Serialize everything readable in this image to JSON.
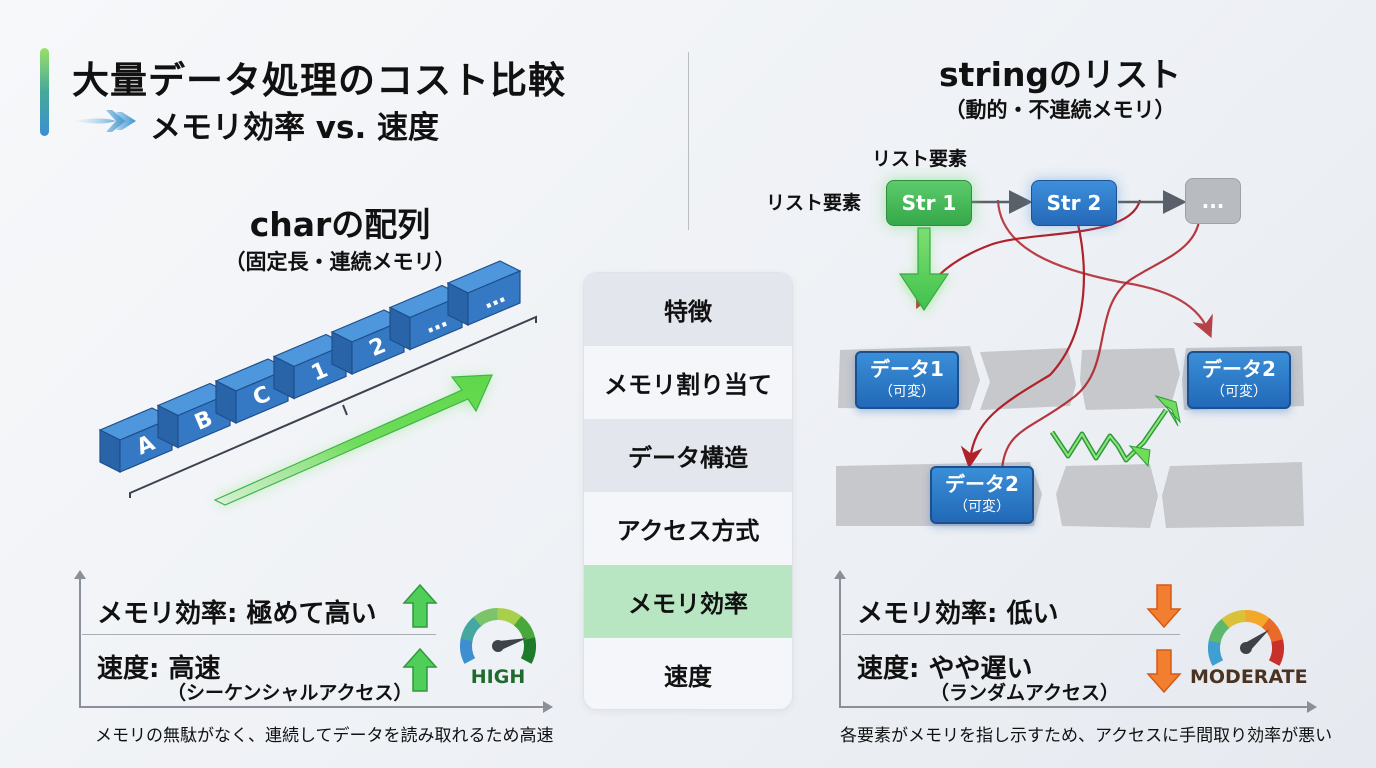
{
  "header": {
    "title": "大量データ処理のコスト比較",
    "subtitle": "メモリ効率 vs. 速度"
  },
  "left": {
    "title": "charの配列",
    "subtitle": "（固定長・連続メモリ）",
    "cells": [
      "A",
      "B",
      "C",
      "1",
      "2",
      "…",
      "…"
    ],
    "metrics": [
      {
        "label": "メモリ効率: 極めて高い",
        "trend": "up"
      },
      {
        "label": "速度: 高速",
        "sub": "（シーケンシャルアクセス）",
        "trend": "up"
      }
    ],
    "gauge": {
      "label": "HIGH",
      "level": 0.82,
      "label_color": "#1f6b2e"
    },
    "note": "メモリの無駄がなく、連続してデータを読み取れるため高速"
  },
  "center": {
    "rows": [
      {
        "label": "特徴"
      },
      {
        "label": "メモリ割り当て"
      },
      {
        "label": "データ構造"
      },
      {
        "label": "アクセス方式"
      },
      {
        "label": "メモリ効率",
        "highlight": true
      },
      {
        "label": "速度"
      }
    ]
  },
  "right": {
    "title": "stringのリスト",
    "subtitle": "（動的・不連続メモリ）",
    "list_label_top": "リスト要素",
    "list_label_left": "リスト要素",
    "nodes": [
      {
        "label": "Str 1",
        "color": "#43b45a"
      },
      {
        "label": "Str 2",
        "color": "#2f7fd0"
      },
      {
        "label": "...",
        "color": "#b5b8bd"
      }
    ],
    "data_blocks": [
      {
        "label": "データ1",
        "sub": "（可変）"
      },
      {
        "label": "データ2",
        "sub": "（可変）"
      },
      {
        "label": "データ2",
        "sub": "（可変）"
      }
    ],
    "metrics": [
      {
        "label": "メモリ効率: 低い",
        "trend": "down"
      },
      {
        "label": "速度: やや遅い",
        "sub": "（ランダムアクセス）",
        "trend": "down"
      }
    ],
    "gauge": {
      "label": "MODERATE",
      "level": 0.72,
      "label_color": "#4a3320"
    },
    "note": "各要素がメモリを指し示すため、アクセスに手間取り効率が悪い"
  },
  "colors": {
    "accent_green": "#4cc95e",
    "accent_blue": "#2f7fd0",
    "pointer_red": "#b0222a",
    "down_orange": "#f07a2a"
  }
}
